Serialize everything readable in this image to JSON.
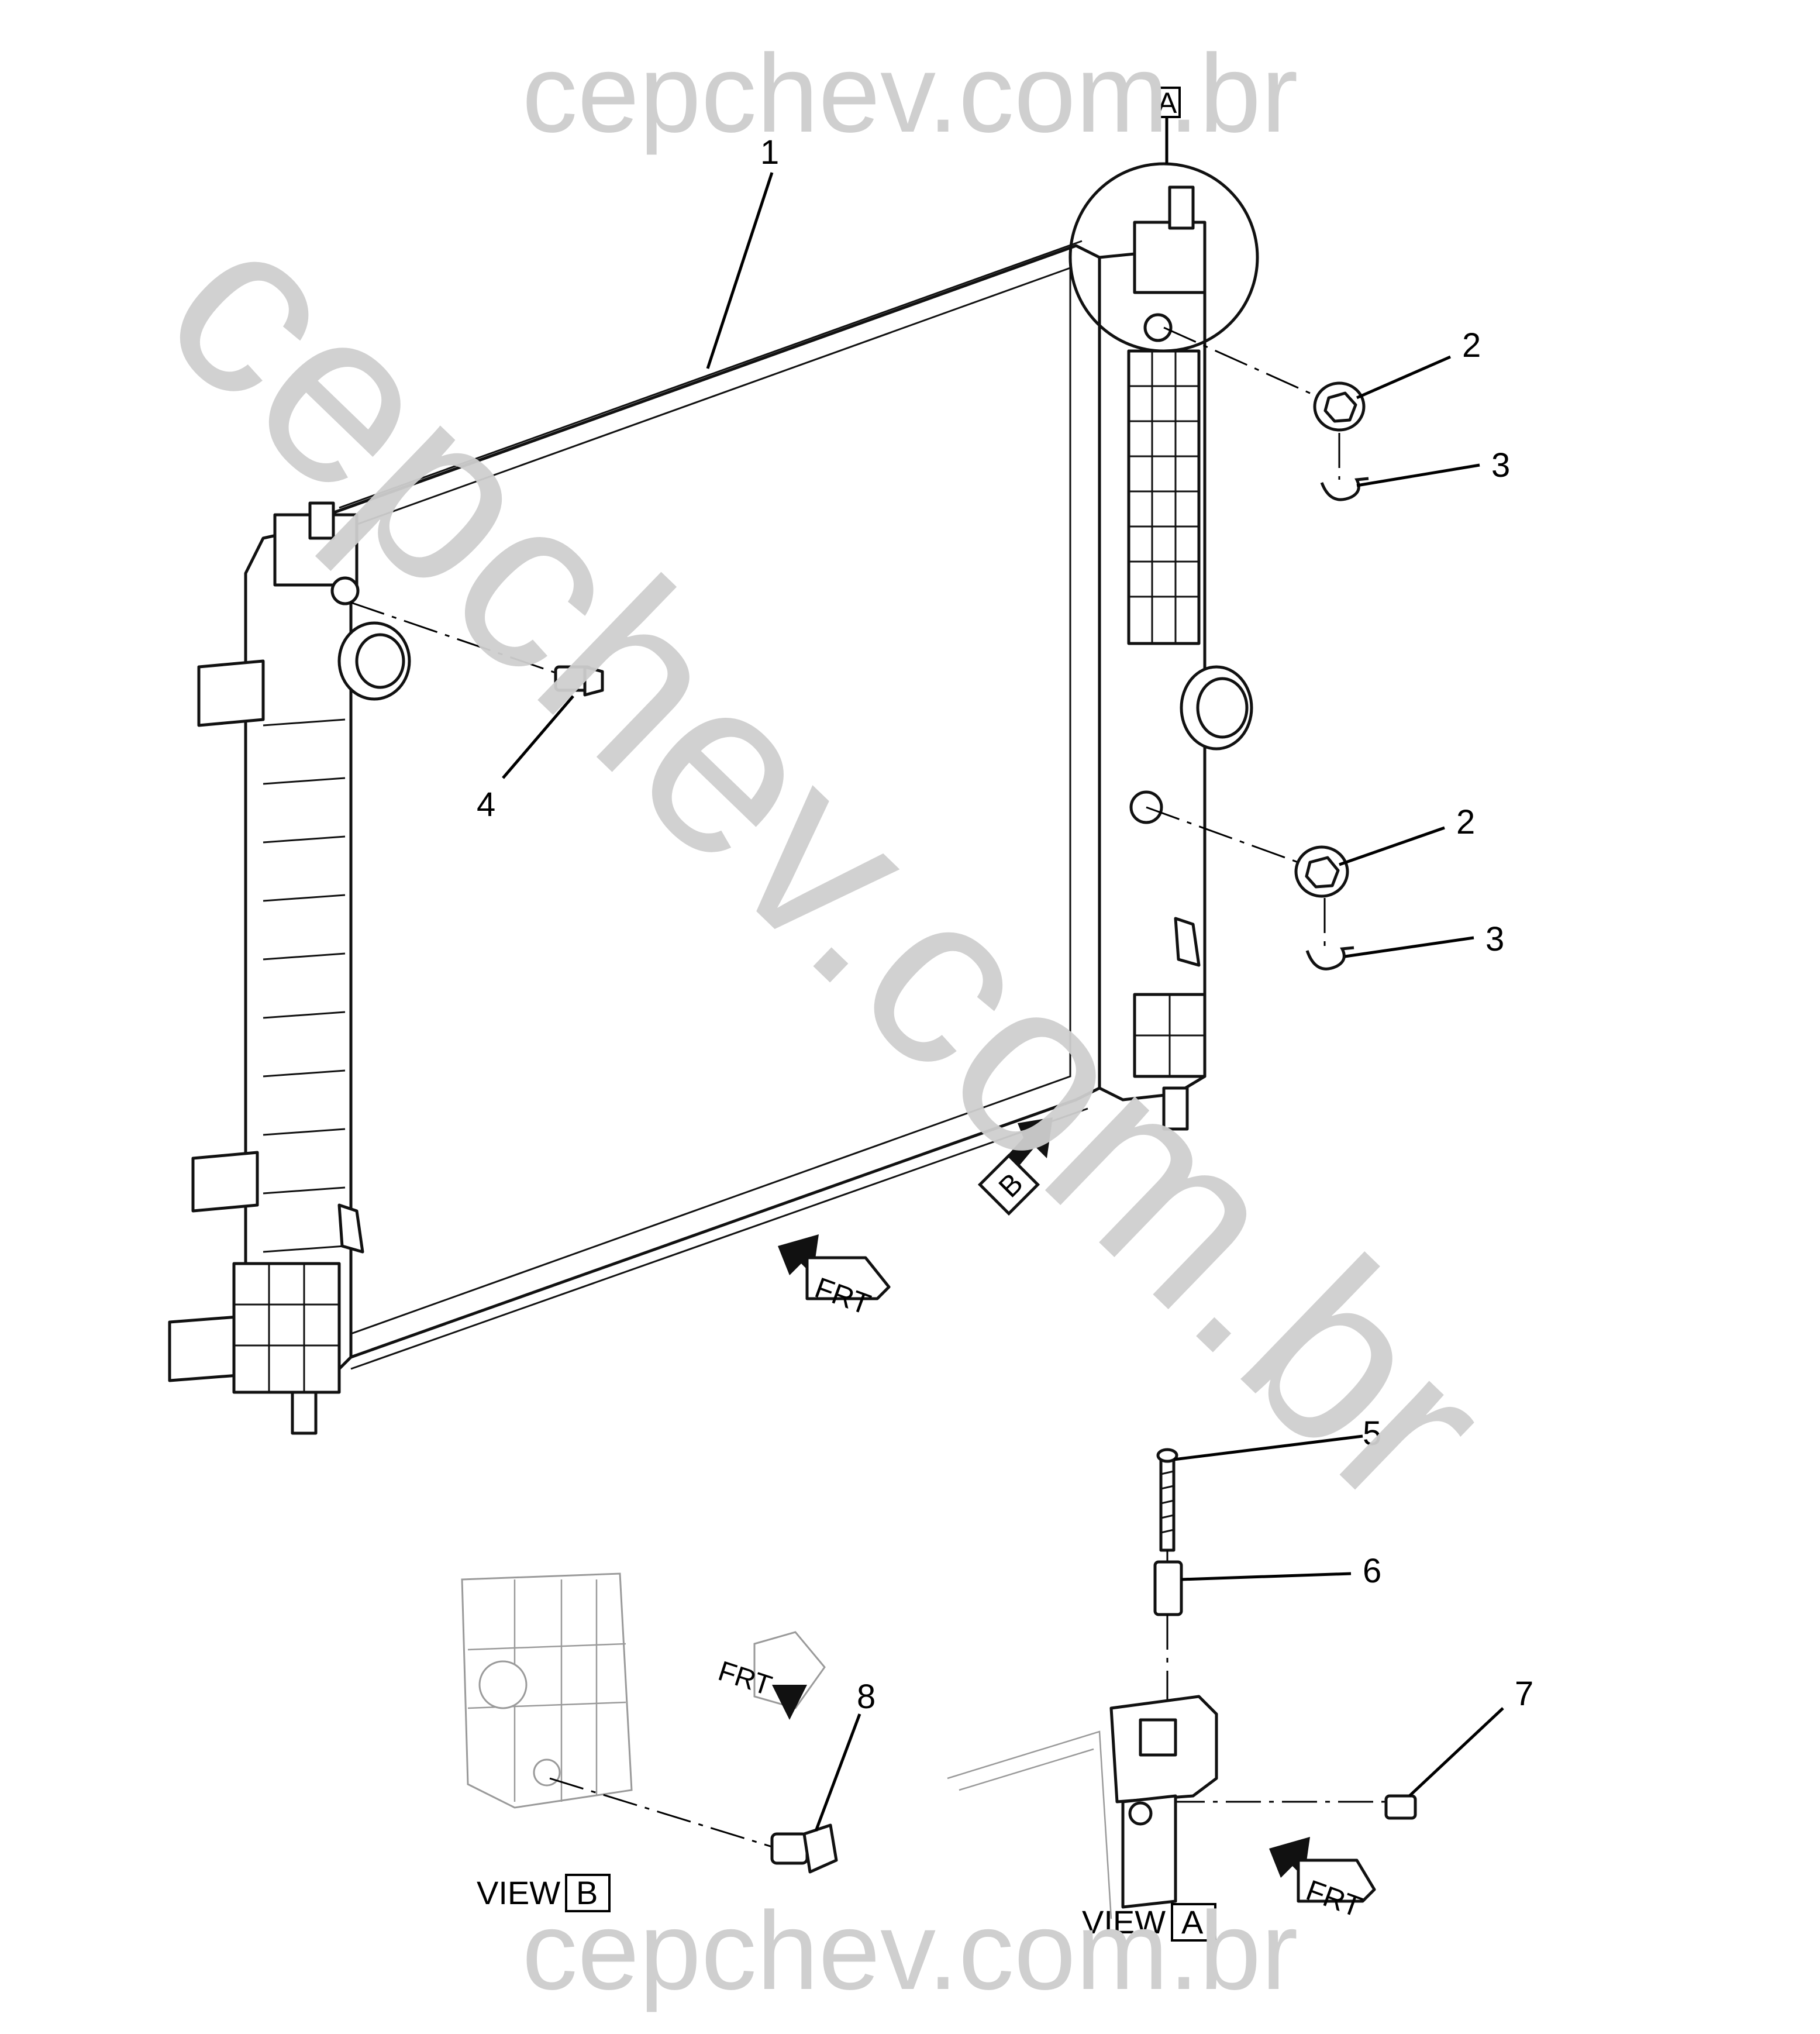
{
  "watermarks": {
    "top": "cepchev.com.br",
    "diagonal": "cepchev.com.br",
    "bottom": "cepchev.com.br"
  },
  "callouts": {
    "c1": "1",
    "c2a": "2",
    "c3a": "3",
    "c4": "4",
    "c2b": "2",
    "c3b": "3",
    "c5": "5",
    "c6": "6",
    "c7": "7",
    "c8": "8"
  },
  "view_refs": {
    "detail_a_top": "A",
    "detail_b_arrow": "B",
    "view_b_prefix": "VIEW",
    "view_b_letter": "B",
    "view_a_prefix": "VIEW",
    "view_a_letter": "A"
  },
  "direction_arrows": {
    "main": "FRT",
    "view_b": "FRT",
    "view_a": "FRT"
  },
  "colors": {
    "line": "#111111",
    "watermark": "#cfcfcf",
    "background": "#ffffff"
  }
}
